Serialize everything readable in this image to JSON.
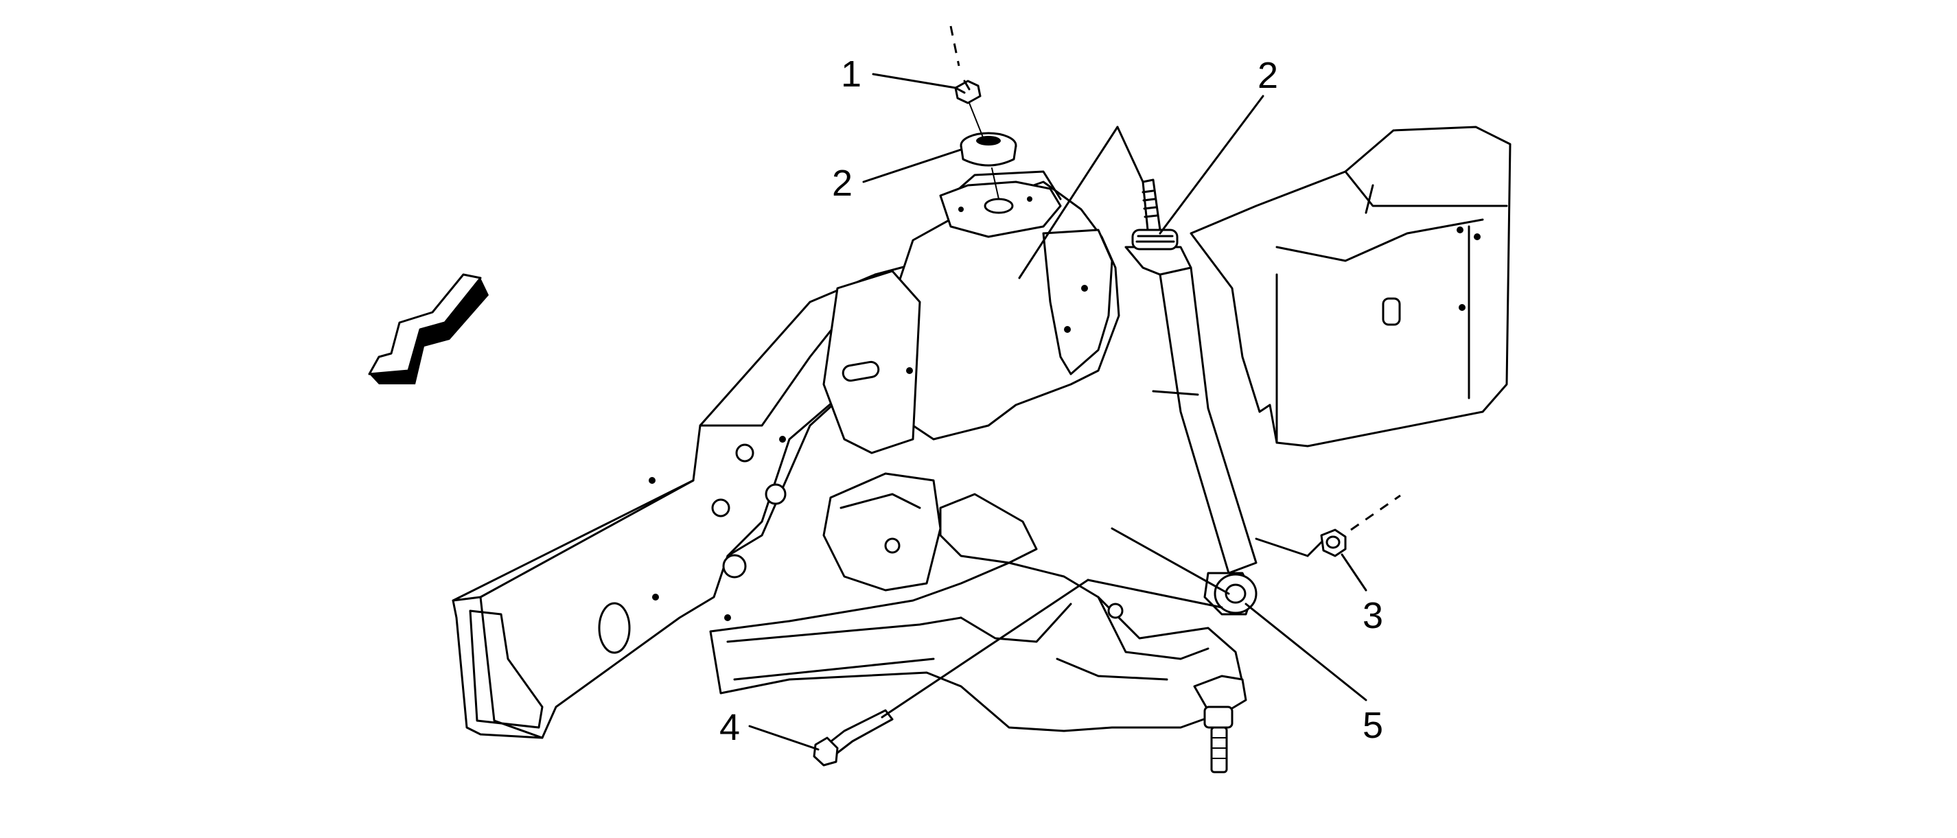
{
  "callouts": {
    "c1": "1",
    "c2_top": "2",
    "c2_left": "2",
    "c3": "3",
    "c4": "4",
    "c5": "5"
  },
  "colors": {
    "line": "#000000",
    "background": "#ffffff"
  }
}
